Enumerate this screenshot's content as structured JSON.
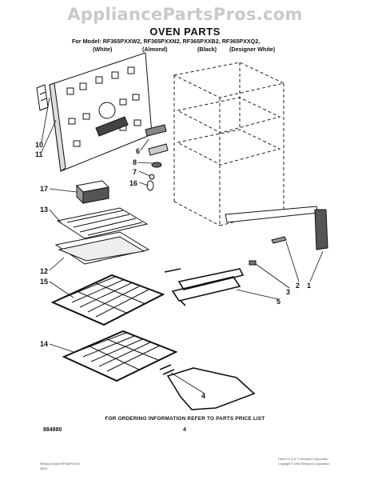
{
  "watermark": "AppliancePartsPros.com",
  "title": "OVEN PARTS",
  "models_line": "For Model: RF365PXXW2, RF365PXXN2, RF365PXXB2, RF365PXXQ2,",
  "colors": [
    "(White)",
    "(Almond)",
    "(Black)",
    "(Designer White)"
  ],
  "callouts": [
    "1",
    "2",
    "3",
    "4",
    "5",
    "6",
    "7",
    "8",
    "10",
    "11",
    "12",
    "13",
    "14",
    "15",
    "16",
    "17"
  ],
  "footer": {
    "ordering_info": "FOR ORDERING INFORMATION REFER TO PARTS PRICE LIST",
    "page_number": "4",
    "document_number": "884980",
    "small_left_1": "Whirlpool Model RF365PXXW2",
    "small_left_2": "05/94",
    "small_right_1": "Litho in U.S.A. © Whirlpool Corporation",
    "small_right_2": "Copyright © 1994 Whirlpool Corporation"
  }
}
